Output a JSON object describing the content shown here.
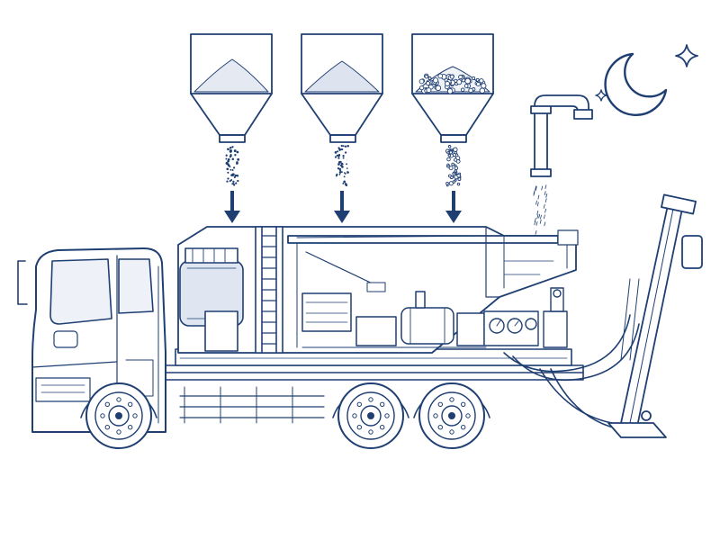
{
  "diagram": {
    "subject": "volumetric-concrete-mixer-truck",
    "colors": {
      "ink": "#1f3f73",
      "paper": "#ffffff",
      "shade": "#dfe6f1",
      "metal": "#c9d2e2"
    },
    "hoppers": [
      {
        "id": "hopper-1",
        "material": "fine-powder"
      },
      {
        "id": "hopper-2",
        "material": "sand"
      },
      {
        "id": "hopper-3",
        "material": "aggregate"
      }
    ],
    "water_supply": {
      "id": "water-pipe",
      "material": "water"
    },
    "extras": [
      "crescent-moon-icon",
      "sparkle-star-icon"
    ],
    "wheel_count": 3
  }
}
